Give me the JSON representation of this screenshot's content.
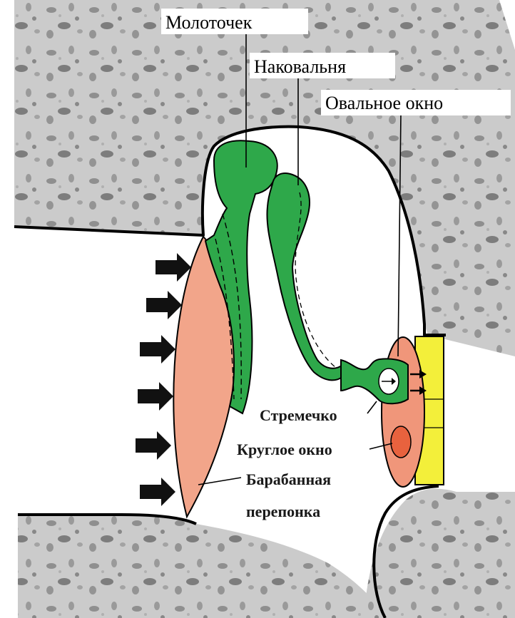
{
  "labels": {
    "malleus": "Молоточек",
    "incus": "Наковальня",
    "oval_window": "Овальное окно",
    "stapes": "Стремечко",
    "round_window": "Круглое окно",
    "eardrum_line1": "Барабанная",
    "eardrum_line2": "перепонка"
  },
  "colors": {
    "bone": "#c9c9c9",
    "bone_dark": "#8a8a8a",
    "ossicles": "#2ea84a",
    "eardrum": "#f2a58a",
    "oval_membrane": "#f0967a",
    "round_window": "#e8623e",
    "inner_fluid": "#f3ef3a",
    "arrows": "#111111"
  },
  "icons": [
    "sound-wave-arrow-icon"
  ]
}
